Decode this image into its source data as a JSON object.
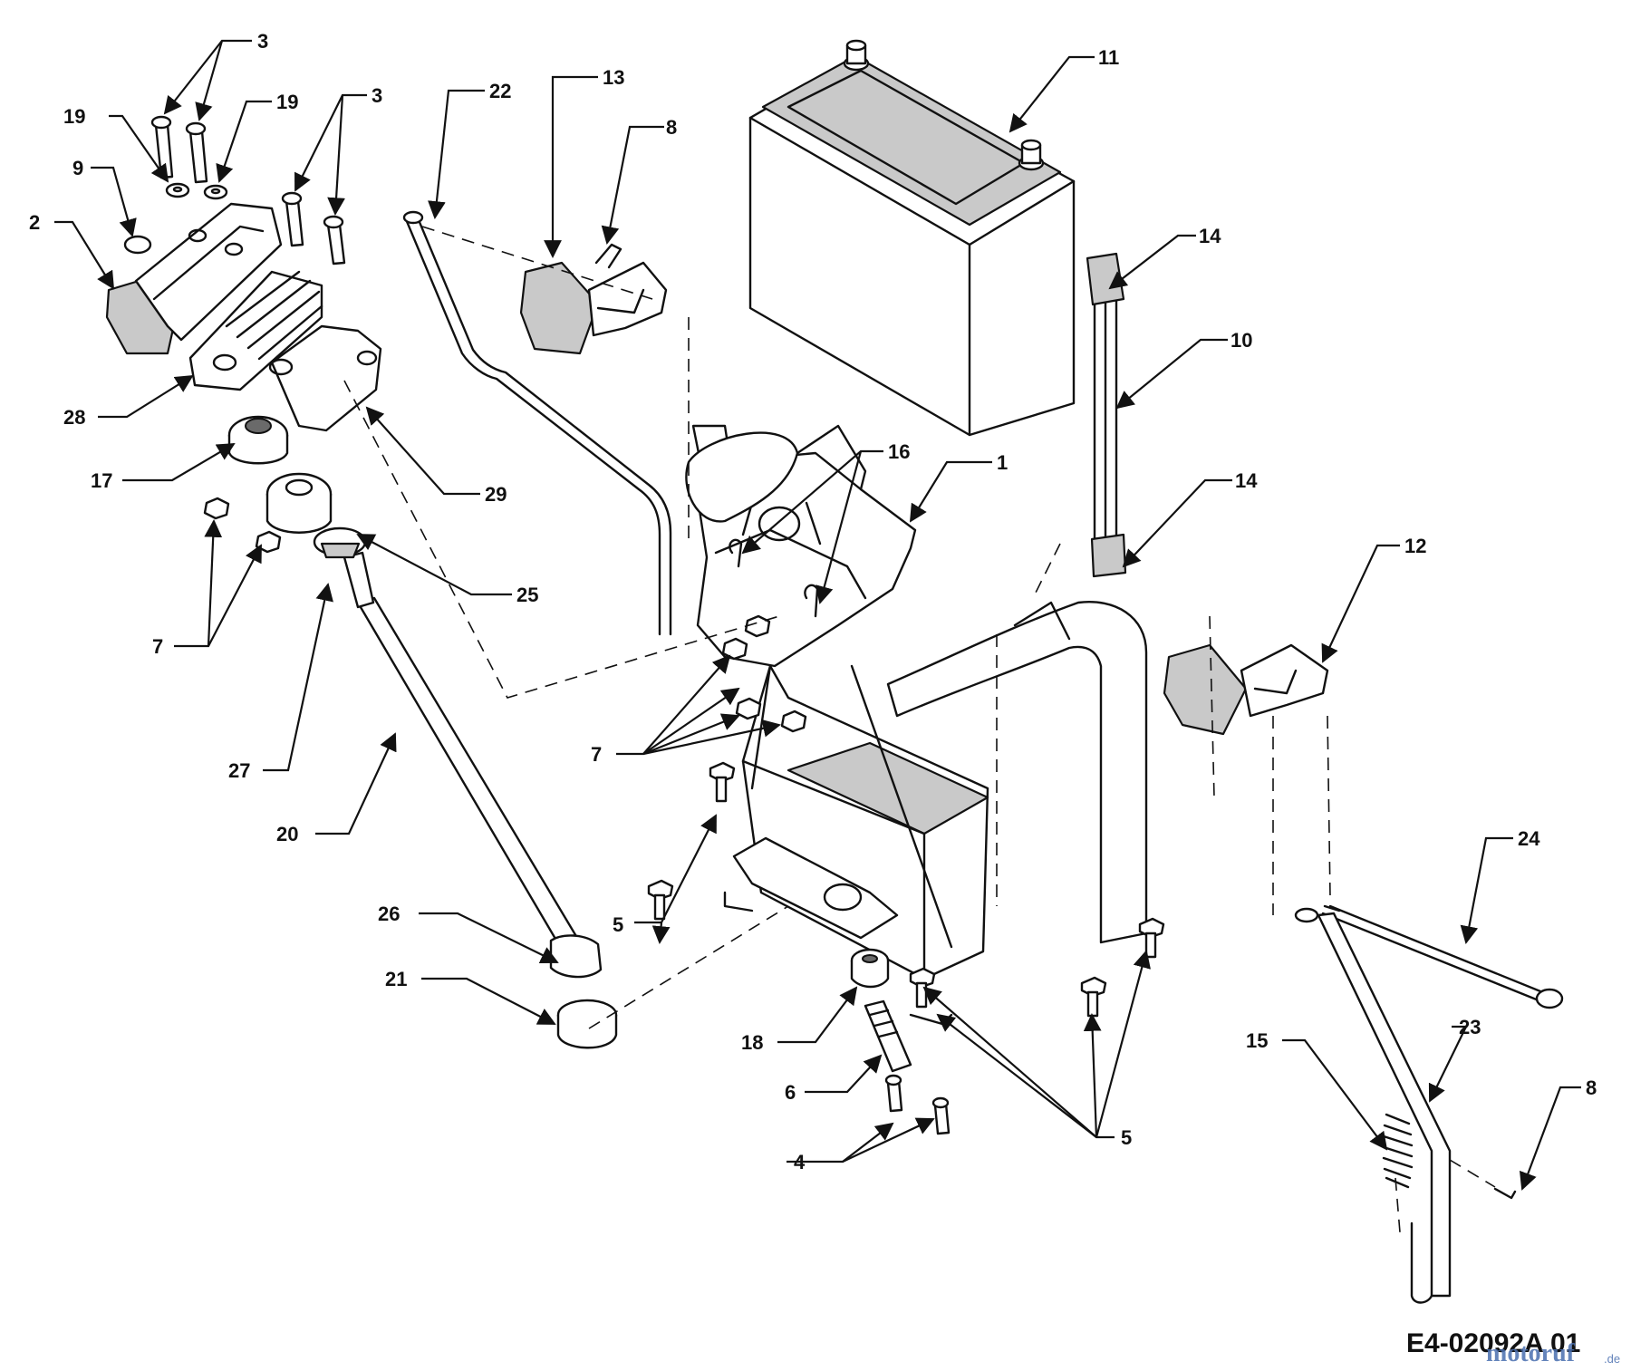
{
  "diagram": {
    "part_number": "E4-02092A 01",
    "watermark": {
      "text": "motoruf",
      "suffix": ".de",
      "color": "#4a6fb0"
    },
    "callouts": [
      {
        "id": "c1",
        "text": "1"
      },
      {
        "id": "c2",
        "text": "2"
      },
      {
        "id": "c3a",
        "text": "3"
      },
      {
        "id": "c3b",
        "text": "3"
      },
      {
        "id": "c4",
        "text": "4"
      },
      {
        "id": "c5a",
        "text": "5"
      },
      {
        "id": "c5b",
        "text": "5"
      },
      {
        "id": "c6",
        "text": "6"
      },
      {
        "id": "c7a",
        "text": "7"
      },
      {
        "id": "c7b",
        "text": "7"
      },
      {
        "id": "c8a",
        "text": "8"
      },
      {
        "id": "c8b",
        "text": "8"
      },
      {
        "id": "c9",
        "text": "9"
      },
      {
        "id": "c10",
        "text": "10"
      },
      {
        "id": "c11",
        "text": "11"
      },
      {
        "id": "c12",
        "text": "12"
      },
      {
        "id": "c13",
        "text": "13"
      },
      {
        "id": "c14a",
        "text": "14"
      },
      {
        "id": "c14b",
        "text": "14"
      },
      {
        "id": "c15",
        "text": "15"
      },
      {
        "id": "c16",
        "text": "16"
      },
      {
        "id": "c17",
        "text": "17"
      },
      {
        "id": "c18",
        "text": "18"
      },
      {
        "id": "c19a",
        "text": "19"
      },
      {
        "id": "c19b",
        "text": "19"
      },
      {
        "id": "c20",
        "text": "20"
      },
      {
        "id": "c21",
        "text": "21"
      },
      {
        "id": "c22",
        "text": "22"
      },
      {
        "id": "c23",
        "text": "23"
      },
      {
        "id": "c24",
        "text": "24"
      },
      {
        "id": "c25",
        "text": "25"
      },
      {
        "id": "c26",
        "text": "26"
      },
      {
        "id": "c27",
        "text": "27"
      },
      {
        "id": "c28",
        "text": "28"
      },
      {
        "id": "c29",
        "text": "29"
      }
    ]
  }
}
